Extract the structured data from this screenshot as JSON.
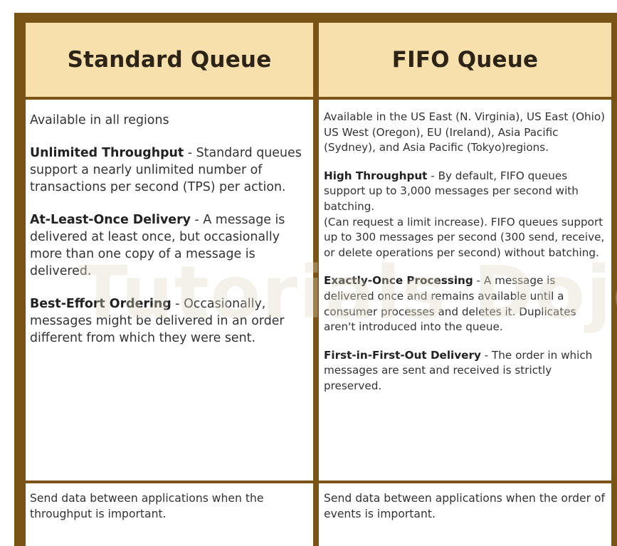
{
  "table": {
    "headers": [
      "Standard Queue",
      "FIFO Queue"
    ],
    "standard": {
      "availability": "Available in all regions",
      "features": [
        {
          "title": "Unlimited Throughput",
          "text": " - Standard queues support a nearly unlimited number of transactions per second (TPS) per action."
        },
        {
          "title": "At-Least-Once Delivery",
          "text": " - A message is delivered at least once, but occasionally more than one copy of a message is delivered."
        },
        {
          "title": "Best-Effort Ordering",
          "text": " - Occasionally, messages might be delivered in an order different from which they were sent."
        }
      ],
      "use_case": "Send data between applications when the throughput is important."
    },
    "fifo": {
      "availability": "Available in the US East (N. Virginia), US East (Ohio) US West (Oregon), EU (Ireland), Asia Pacific (Sydney), and Asia Pacific (Tokyo)regions.",
      "features": [
        {
          "title": "High Throughput",
          "text": " - By default, FIFO queues support up to 3,000 messages per second with batching.",
          "extra": "(Can request a limit increase). FIFO queues support up to 300 messages per second (300 send, receive, or delete operations per second) without batching."
        },
        {
          "title": "Exactly-Once Processing",
          "text": " - A message is delivered once and remains available until a consumer processes and deletes it. Duplicates aren't introduced into the queue."
        },
        {
          "title": "First-in-First-Out Delivery",
          "text": " - The order in which messages are sent and received is strictly preserved."
        }
      ],
      "use_case": "Send data between applications when the order of events is important."
    }
  },
  "watermark": "Tutorials Dojo",
  "colors": {
    "frame": "#7a5316",
    "header_bg": "#f7e0ac",
    "text": "#333333"
  }
}
